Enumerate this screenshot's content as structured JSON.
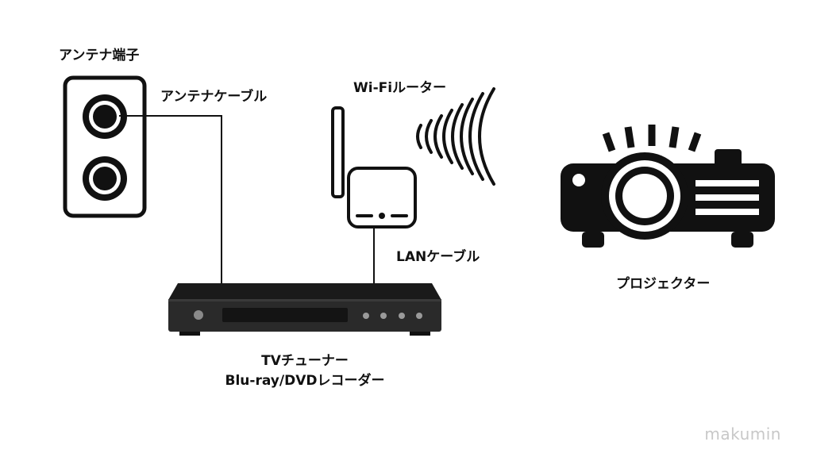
{
  "labels": {
    "antenna_terminal": "アンテナ端子",
    "antenna_cable": "アンテナケーブル",
    "wifi_router": "Wi-Fiルーター",
    "lan_cable": "LANケーブル",
    "projector": "プロジェクター",
    "tuner_line1": "TVチューナー",
    "tuner_line2": "Blu-ray/DVDレコーダー"
  },
  "watermark": "makumin",
  "colors": {
    "device": "#111111",
    "recorder": "#2a2a2a",
    "line": "#111111",
    "background": "#ffffff",
    "watermark": "#c8c8c8"
  }
}
